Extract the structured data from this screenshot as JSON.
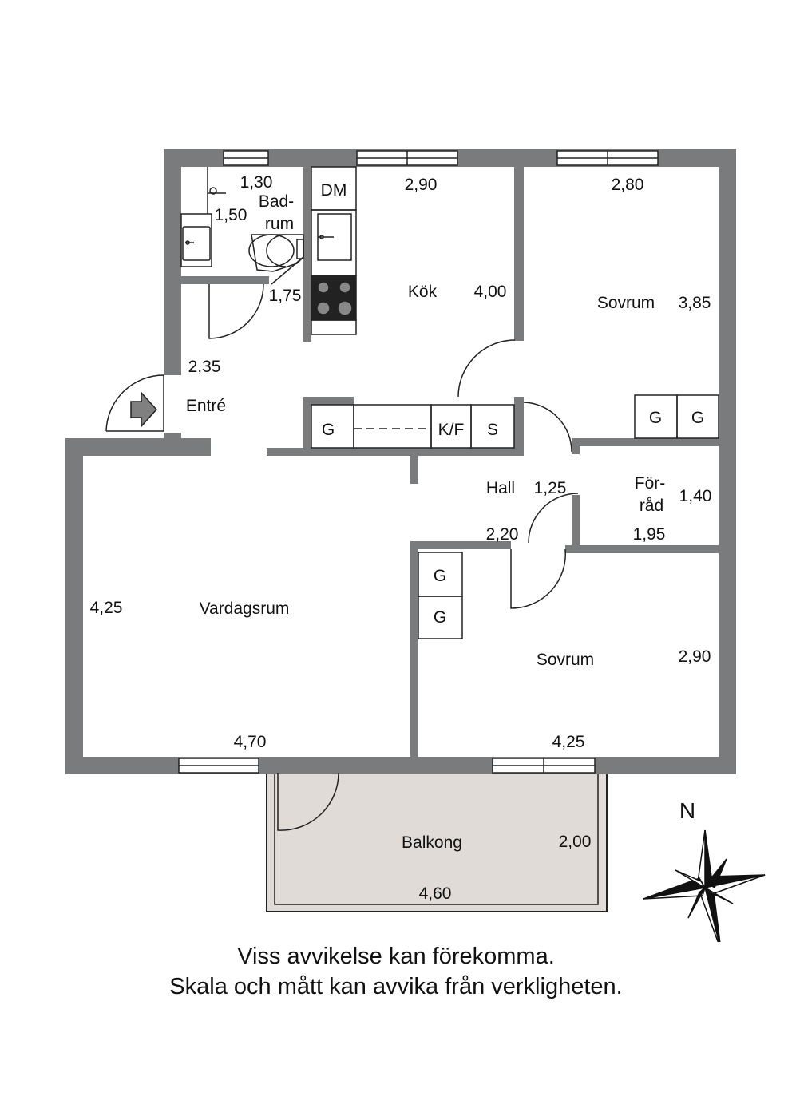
{
  "rooms": {
    "badrum": {
      "name_1": "Bad-",
      "name_2": "rum",
      "width": "1,30",
      "depth": "1,50",
      "depth2": "1,75"
    },
    "kok": {
      "name": "Kök",
      "width": "2,90",
      "depth": "4,00"
    },
    "sovrum_1": {
      "name": "Sovrum",
      "width": "2,80",
      "depth": "3,85"
    },
    "entre": {
      "name": "Entré",
      "dim": "2,35"
    },
    "hall": {
      "name": "Hall",
      "dim": "1,25",
      "dim2": "2,20"
    },
    "forrad": {
      "name_1": "För-",
      "name_2": "råd",
      "depth": "1,40",
      "width": "1,95"
    },
    "vardagsrum": {
      "name": "Vardagsrum",
      "depth": "4,25",
      "width": "4,70"
    },
    "sovrum_2": {
      "name": "Sovrum",
      "depth": "2,90",
      "width": "4,25"
    },
    "balkong": {
      "name": "Balkong",
      "depth": "2,00",
      "width": "4,60"
    }
  },
  "fixtures": {
    "dm": "DM",
    "g": "G",
    "kf": "K/F",
    "s": "S"
  },
  "compass": {
    "north": "N"
  },
  "notes": {
    "line1": "Viss avvikelse kan förekomma.",
    "line2": "Skala och mått kan avvika från verkligheten."
  },
  "colors": {
    "wall": "#7a7b7d",
    "balcony": "#e0dbd7",
    "line": "#111111"
  }
}
